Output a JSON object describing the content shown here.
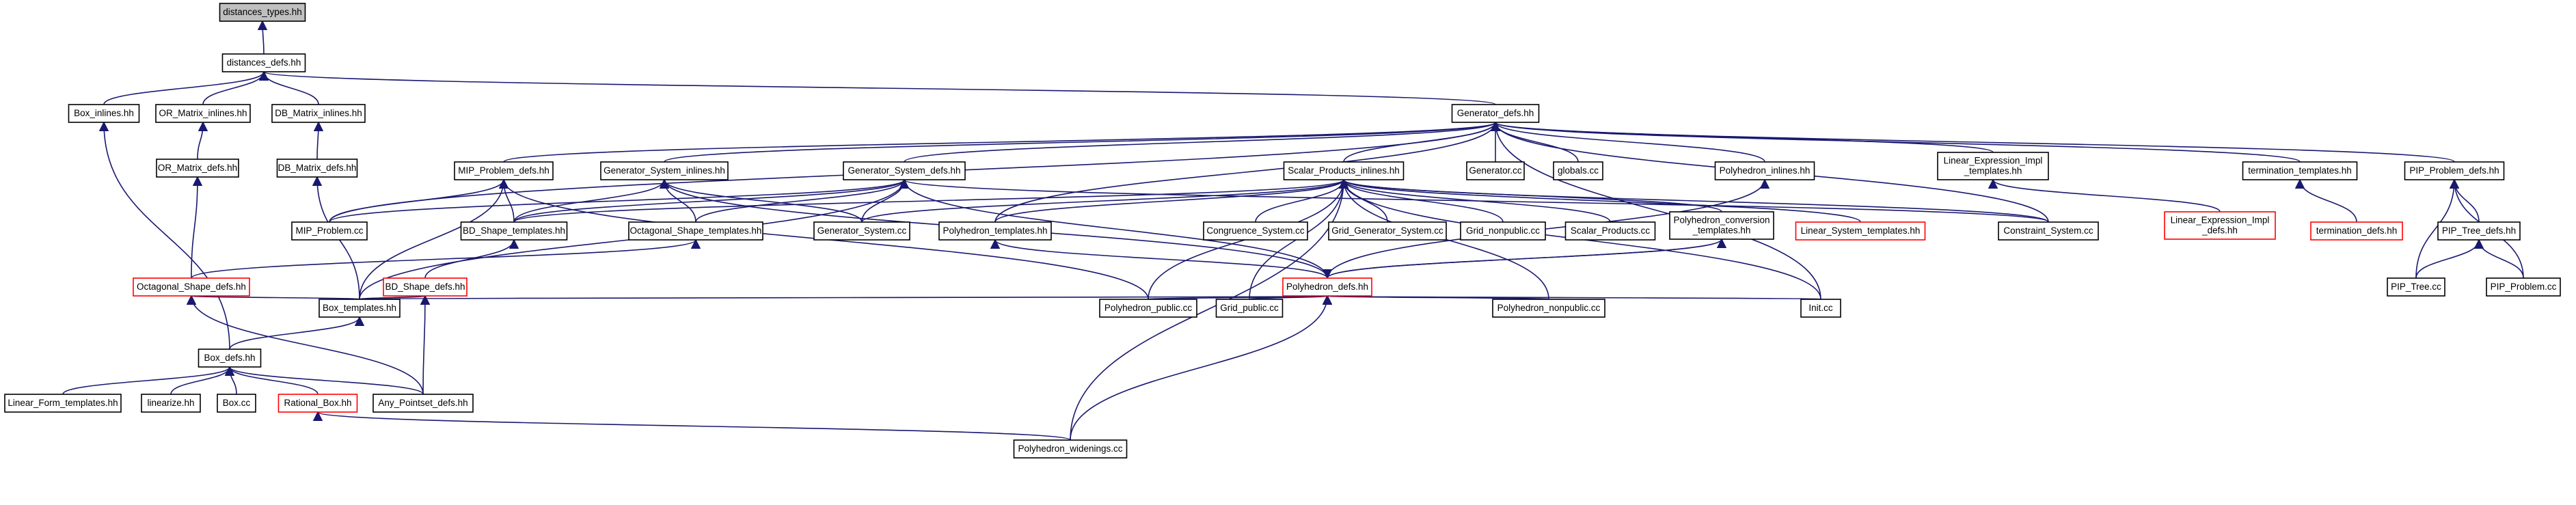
{
  "colors": {
    "edge": "#191970",
    "node_border": "#000000",
    "node_border_undocumented": "#ff0000",
    "focus_fill": "#bfbfbf",
    "node_fill": "#ffffff",
    "text": "#000000"
  },
  "nodes": [
    {
      "id": "distances_types_hh",
      "label": "distances_types.hh",
      "focus": true
    },
    {
      "id": "distances_defs_hh",
      "label": "distances_defs.hh"
    },
    {
      "id": "box_inlines_hh",
      "label": "Box_inlines.hh"
    },
    {
      "id": "or_matrix_inlines_hh",
      "label": "OR_Matrix_inlines.hh"
    },
    {
      "id": "db_matrix_inlines_hh",
      "label": "DB_Matrix_inlines.hh"
    },
    {
      "id": "generator_defs_hh",
      "label": "Generator_defs.hh"
    },
    {
      "id": "or_matrix_defs_hh",
      "label": "OR_Matrix_defs.hh"
    },
    {
      "id": "db_matrix_defs_hh",
      "label": "DB_Matrix_defs.hh"
    },
    {
      "id": "mip_problem_defs_hh",
      "label": "MIP_Problem_defs.hh"
    },
    {
      "id": "generator_system_inlines_hh",
      "label": "Generator_System_inlines.hh"
    },
    {
      "id": "generator_system_defs_hh",
      "label": "Generator_System_defs.hh"
    },
    {
      "id": "scalar_products_inlines_hh",
      "label": "Scalar_Products_inlines.hh"
    },
    {
      "id": "generator_cc",
      "label": "Generator.cc"
    },
    {
      "id": "globals_cc",
      "label": "globals.cc"
    },
    {
      "id": "polyhedron_inlines_hh",
      "label": "Polyhedron_inlines.hh"
    },
    {
      "id": "linear_expression_impl_templates_hh",
      "label": "Linear_Expression_Impl\n_templates.hh"
    },
    {
      "id": "termination_templates_hh",
      "label": "termination_templates.hh"
    },
    {
      "id": "pip_problem_defs_hh",
      "label": "PIP_Problem_defs.hh"
    },
    {
      "id": "mip_problem_cc",
      "label": "MIP_Problem.cc"
    },
    {
      "id": "bd_shape_templates_hh",
      "label": "BD_Shape_templates.hh"
    },
    {
      "id": "octagonal_shape_templates_hh",
      "label": "Octagonal_Shape_templates.hh"
    },
    {
      "id": "generator_system_cc",
      "label": "Generator_System.cc"
    },
    {
      "id": "polyhedron_templates_hh",
      "label": "Polyhedron_templates.hh"
    },
    {
      "id": "congruence_system_cc",
      "label": "Congruence_System.cc"
    },
    {
      "id": "grid_generator_system_cc",
      "label": "Grid_Generator_System.cc"
    },
    {
      "id": "grid_nonpublic_cc",
      "label": "Grid_nonpublic.cc"
    },
    {
      "id": "scalar_products_cc",
      "label": "Scalar_Products.cc"
    },
    {
      "id": "polyhedron_conversion_templates_hh",
      "label": "Polyhedron_conversion\n_templates.hh"
    },
    {
      "id": "linear_system_templates_hh",
      "label": "Linear_System_templates.hh",
      "undocumented": true
    },
    {
      "id": "constraint_system_cc",
      "label": "Constraint_System.cc"
    },
    {
      "id": "linear_expression_impl_defs_hh",
      "label": "Linear_Expression_Impl\n_defs.hh",
      "undocumented": true
    },
    {
      "id": "termination_defs_hh",
      "label": "termination_defs.hh",
      "undocumented": true
    },
    {
      "id": "pip_tree_defs_hh",
      "label": "PIP_Tree_defs.hh"
    },
    {
      "id": "octagonal_shape_defs_hh",
      "label": "Octagonal_Shape_defs.hh",
      "undocumented": true
    },
    {
      "id": "bd_shape_defs_hh",
      "label": "BD_Shape_defs.hh",
      "undocumented": true
    },
    {
      "id": "polyhedron_defs_hh",
      "label": "Polyhedron_defs.hh",
      "undocumented": true
    },
    {
      "id": "pip_tree_cc",
      "label": "PIP_Tree.cc"
    },
    {
      "id": "pip_problem_cc",
      "label": "PIP_Problem.cc"
    },
    {
      "id": "box_templates_hh",
      "label": "Box_templates.hh"
    },
    {
      "id": "polyhedron_public_cc",
      "label": "Polyhedron_public.cc"
    },
    {
      "id": "grid_public_cc",
      "label": "Grid_public.cc"
    },
    {
      "id": "polyhedron_nonpublic_cc",
      "label": "Polyhedron_nonpublic.cc"
    },
    {
      "id": "init_cc",
      "label": "Init.cc"
    },
    {
      "id": "box_defs_hh",
      "label": "Box_defs.hh"
    },
    {
      "id": "linear_form_templates_hh",
      "label": "Linear_Form_templates.hh"
    },
    {
      "id": "linearize_hh",
      "label": "linearize.hh"
    },
    {
      "id": "box_cc",
      "label": "Box.cc"
    },
    {
      "id": "rational_box_hh",
      "label": "Rational_Box.hh",
      "undocumented": true
    },
    {
      "id": "any_pointset_defs_hh",
      "label": "Any_Pointset_defs.hh"
    },
    {
      "id": "polyhedron_widenings_cc",
      "label": "Polyhedron_widenings.cc"
    }
  ]
}
